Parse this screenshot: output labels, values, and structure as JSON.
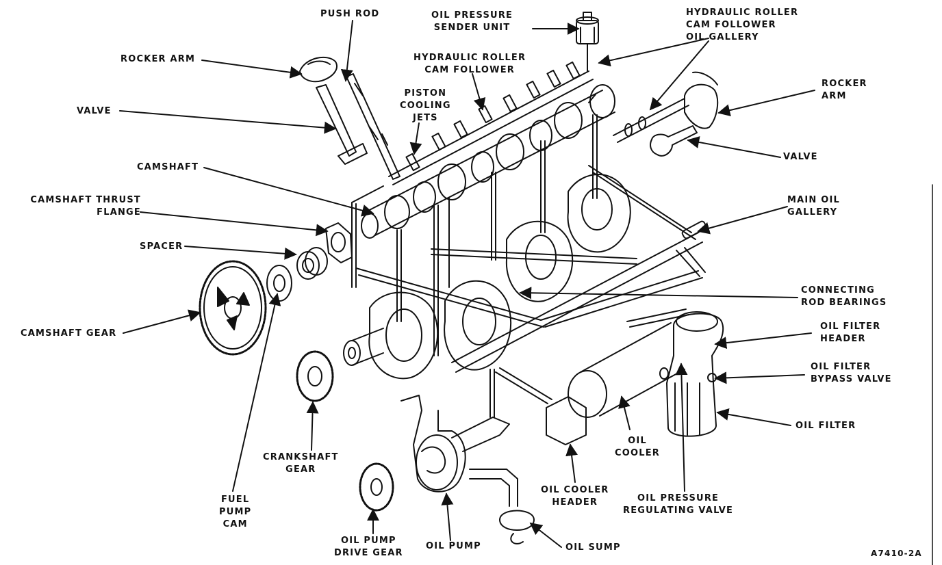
{
  "labels": {
    "push_rod": [
      "PUSH ROD"
    ],
    "oil_pressure_sender": [
      "OIL PRESSURE",
      "SENDER UNIT"
    ],
    "hyd_roller_gallery": [
      "HYDRAULIC ROLLER",
      "CAM FOLLOWER",
      "OIL GALLERY"
    ],
    "rocker_arm_left": [
      "ROCKER ARM"
    ],
    "hyd_roller_follower": [
      "HYDRAULIC ROLLER",
      "CAM FOLLOWER"
    ],
    "rocker_arm_right": [
      "ROCKER",
      "ARM"
    ],
    "piston_cooling_jets": [
      "PISTON",
      "COOLING",
      "JETS"
    ],
    "valve_left": [
      "VALVE"
    ],
    "valve_right": [
      "VALVE"
    ],
    "camshaft": [
      "CAMSHAFT"
    ],
    "main_oil_gallery": [
      "MAIN OIL",
      "GALLERY"
    ],
    "camshaft_thrust_flange": [
      "CAMSHAFT THRUST",
      "FLANGE"
    ],
    "spacer": [
      "SPACER"
    ],
    "connecting_rod_bearings": [
      "CONNECTING",
      "ROD BEARINGS"
    ],
    "camshaft_gear": [
      "CAMSHAFT GEAR"
    ],
    "oil_filter_header": [
      "OIL FILTER",
      "HEADER"
    ],
    "oil_filter_bypass": [
      "OIL FILTER",
      "BYPASS VALVE"
    ],
    "oil_filter": [
      "OIL FILTER"
    ],
    "crankshaft_gear": [
      "CRANKSHAFT",
      "GEAR"
    ],
    "oil_cooler": [
      "OIL",
      "COOLER"
    ],
    "fuel_pump_cam": [
      "FUEL",
      "PUMP",
      "CAM"
    ],
    "oil_cooler_header": [
      "OIL COOLER",
      "HEADER"
    ],
    "oil_pressure_reg": [
      "OIL PRESSURE",
      "REGULATING VALVE"
    ],
    "oil_pump_drive_gear": [
      "OIL PUMP",
      "DRIVE GEAR"
    ],
    "oil_pump": [
      "OIL PUMP"
    ],
    "oil_sump": [
      "OIL SUMP"
    ],
    "figure_code": [
      "A7410-2A"
    ]
  }
}
